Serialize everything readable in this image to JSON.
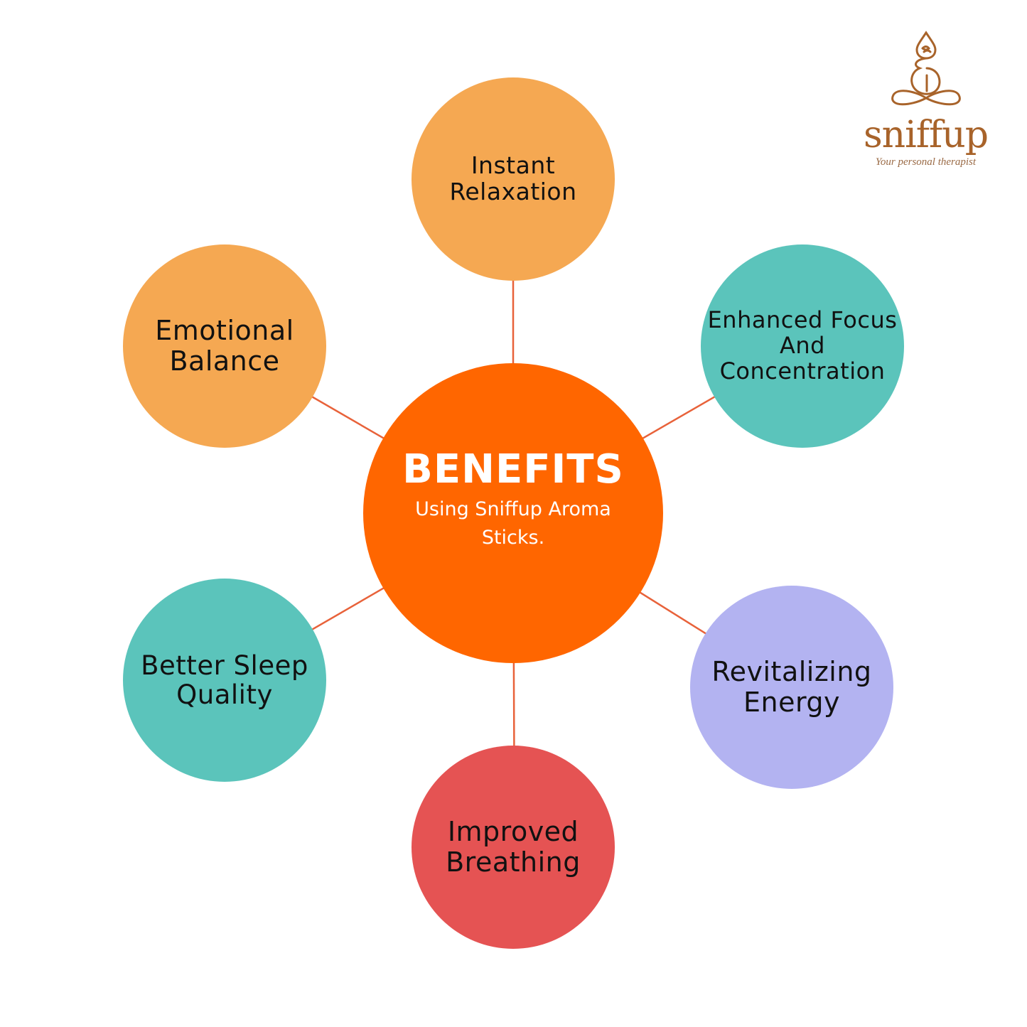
{
  "center": {
    "title": "BENEFITS",
    "subtitle": "Using Sniffup Aroma Sticks.",
    "color": "#FF6600"
  },
  "benefits": [
    {
      "label": "Instant Relaxation",
      "color": "#F5A852"
    },
    {
      "label": "Enhanced Focus And Concentration",
      "color": "#5BC4BB"
    },
    {
      "label": "Revitalizing Energy",
      "color": "#B3B3F1"
    },
    {
      "label": "Improved Breathing",
      "color": "#E55353"
    },
    {
      "label": "Better Sleep Quality",
      "color": "#5BC4BB"
    },
    {
      "label": "Emotional Balance",
      "color": "#F5A852"
    }
  ],
  "logo": {
    "name": "sniffup",
    "tagline": "Your personal therapist",
    "color": "#A8632A"
  },
  "connector_color": "#E8623A"
}
